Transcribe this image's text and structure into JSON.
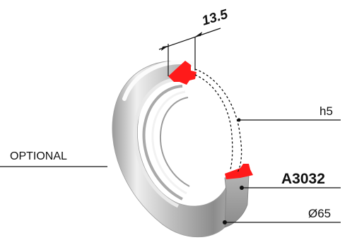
{
  "labels": {
    "dimension_width": "13.5",
    "tolerance": "h5",
    "part_number": "A3032",
    "diameter": "Ø65",
    "note": "OPTIONAL"
  },
  "colors": {
    "ring_light": "#f4f4f4",
    "ring_mid": "#c9c9c9",
    "ring_dark": "#8f8f8f",
    "section_highlight": "#ff1a1a",
    "line": "#111111"
  }
}
